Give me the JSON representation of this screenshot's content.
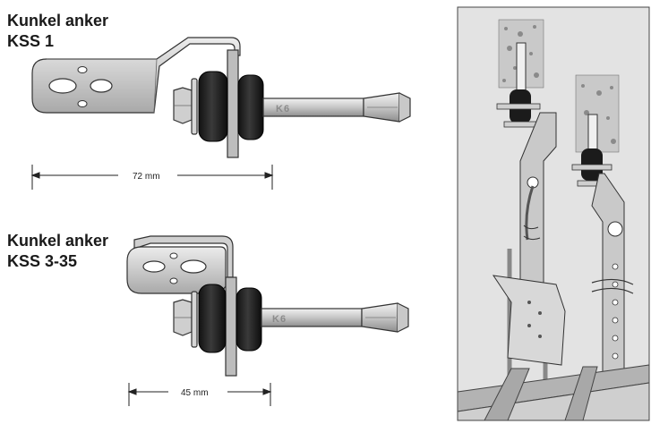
{
  "product_1": {
    "title_line1": "Kunkel anker",
    "title_line2": "KSS 1",
    "dimension": "72 mm",
    "bolt_mark": "K6"
  },
  "product_2": {
    "title_line1": "Kunkel anker",
    "title_line2": "KSS 3-35",
    "dimension": "45 mm",
    "bolt_mark": "K6"
  },
  "colors": {
    "steel_light": "#dcdcdc",
    "steel_mid": "#b9b9b9",
    "steel_dark": "#7d7d7d",
    "rubber": "#1b1b1b",
    "panel_bg": "#e3e3e3",
    "outline": "#333333"
  }
}
